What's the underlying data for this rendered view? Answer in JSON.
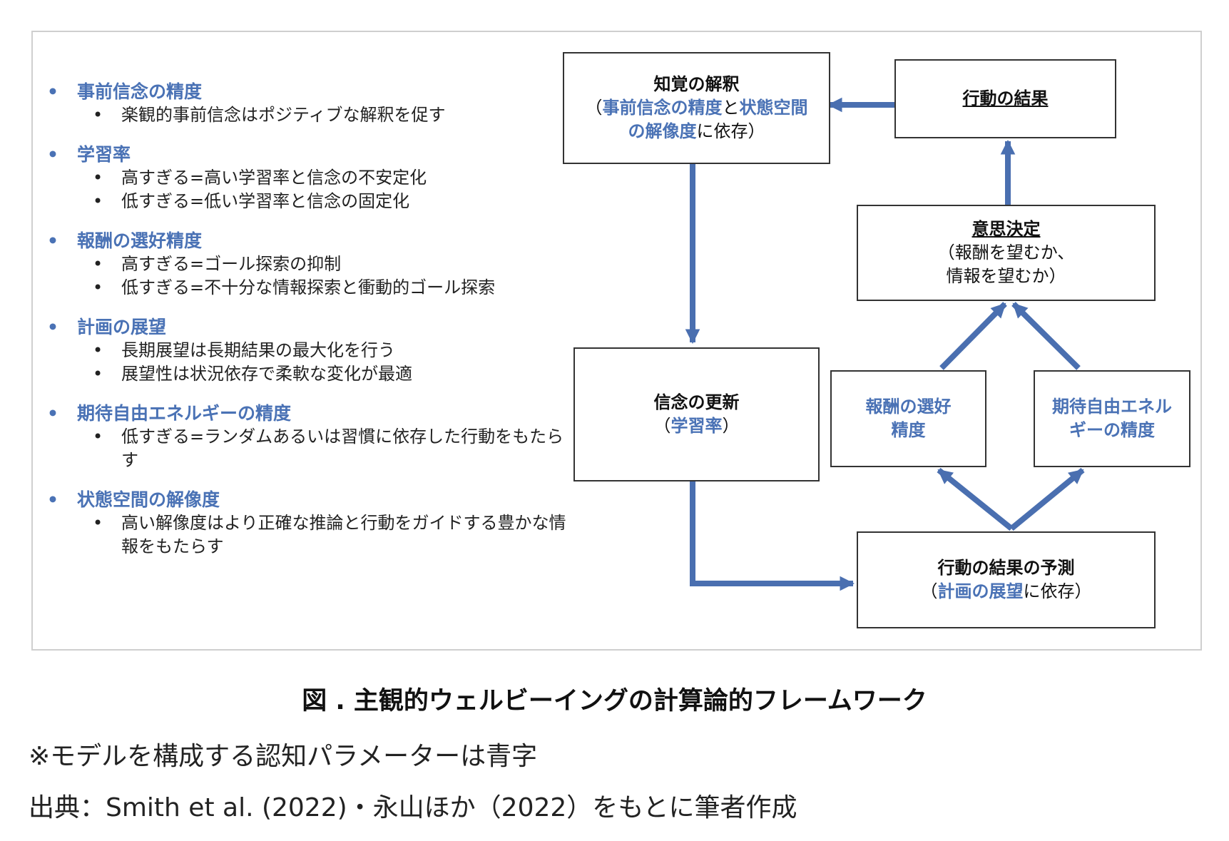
{
  "categories": [
    {
      "title": "事前信念の精度",
      "items": [
        "楽観的事前信念はポジティブな解釈を促す"
      ]
    },
    {
      "title": "学習率",
      "items": [
        "高すぎる=高い学習率と信念の不安定化",
        "低すぎる=低い学習率と信念の固定化"
      ]
    },
    {
      "title": "報酬の選好精度",
      "items": [
        "高すぎる=ゴール探索の抑制",
        "低すぎる=不十分な情報探索と衝動的ゴール探索"
      ]
    },
    {
      "title": "計画の展望",
      "items": [
        "長期展望は長期結果の最大化を行う",
        "展望性は状況依存で柔軟な変化が最適"
      ]
    },
    {
      "title": "期待自由エネルギーの精度",
      "items": [
        "低すぎる=ランダムあるいは習慣に依存した行動をもたらす"
      ]
    },
    {
      "title": "状態空間の解像度",
      "items": [
        "高い解像度はより正確な推論と行動をガイドする豊かな情報をもたらす"
      ]
    }
  ],
  "nodes": {
    "perception": {
      "title": "知覚の解釈",
      "open": "（",
      "p1": "事前信念の精度",
      "mid": "と",
      "p2": "状態空間の解像度",
      "close": "に依存）"
    },
    "outcome": {
      "title": "行動の結果"
    },
    "decision": {
      "title": "意思決定",
      "line1": "（報酬を望むか、",
      "line2": "情報を望むか）"
    },
    "belief": {
      "title": "信念の更新",
      "open": "（",
      "param": "学習率",
      "close": "）"
    },
    "reward": {
      "label": "報酬の選好精度"
    },
    "efe": {
      "label": "期待自由エネルギーの精度"
    },
    "prediction": {
      "title": "行動の結果の予測",
      "open": "（",
      "param": "計画の展望",
      "close": "に依存）"
    }
  },
  "caption": "図 . 主観的ウェルビーイングの計算論的フレームワーク",
  "note": "※モデルを構成する認知パラメーターは青字",
  "source": "出典：Smith et al. (2022)・永山ほか（2022）をもとに筆者作成",
  "colors": {
    "accent": "#4a72b5",
    "arrow": "#4a6fb0"
  }
}
